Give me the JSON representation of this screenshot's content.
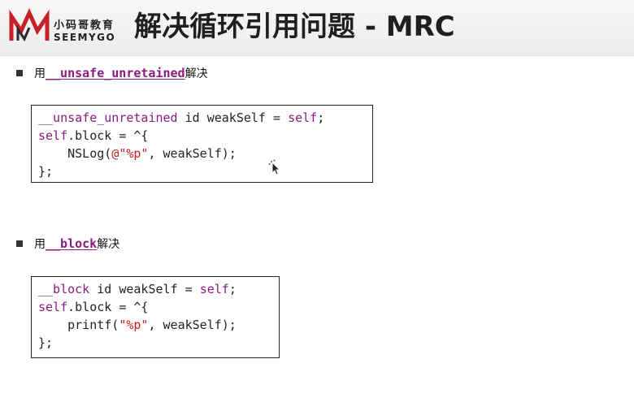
{
  "header": {
    "logo_cn": "小码哥教育",
    "logo_en": "SEEMYGO",
    "title": "解决循环引用问题 - MRC"
  },
  "section1": {
    "prefix": "用",
    "keyword": "__unsafe_unretained",
    "suffix": "解决",
    "code": [
      [
        "__unsafe_unretained",
        " id weakSelf = ",
        "self",
        ";"
      ],
      [
        "self",
        ".block = ^{"
      ],
      [
        "    NSLog(",
        "@\"%p\"",
        ", weakSelf);"
      ],
      [
        "};"
      ]
    ]
  },
  "section2": {
    "prefix": "用",
    "keyword": "__block",
    "suffix": "解决",
    "code": [
      [
        "__block",
        " id weakSelf = ",
        "self",
        ";"
      ],
      [
        "self",
        ".block = ^{"
      ],
      [
        "    printf(",
        "\"%p\"",
        ", weakSelf);"
      ],
      [
        "};"
      ]
    ]
  },
  "colors": {
    "keyword": "#8a1a80",
    "string": "#c4201d",
    "logo_red": "#c8202a"
  }
}
